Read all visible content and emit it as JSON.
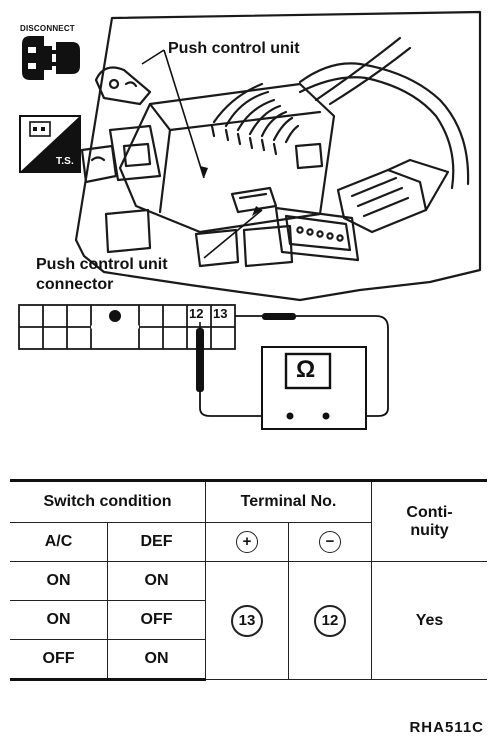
{
  "icons": {
    "disconnect": {
      "name": "disconnect-plug-icon",
      "caption": "DISCONNECT"
    },
    "troubleshoot": {
      "name": "troubleshooting-icon",
      "caption": "T.S."
    }
  },
  "callouts": {
    "push_control_unit": "Push control unit",
    "connector_line1": "Push control unit",
    "connector_line2": "connector"
  },
  "connector": {
    "terminal_a": "12",
    "terminal_b": "13"
  },
  "meter": {
    "symbol": "Ω",
    "icon": "ohmmeter-icon"
  },
  "table": {
    "header": {
      "switch_condition": "Switch condition",
      "terminal_no": "Terminal No.",
      "continuity_line1": "Conti-",
      "continuity_line2": "nuity",
      "ac": "A/C",
      "def": "DEF",
      "positive": "⊕",
      "negative": "⊖"
    },
    "rows": [
      {
        "ac": "ON",
        "def": "ON"
      },
      {
        "ac": "ON",
        "def": "OFF"
      },
      {
        "ac": "OFF",
        "def": "ON"
      }
    ],
    "terminal_positive": "⑬",
    "terminal_negative": "⑫",
    "continuity_value": "Yes"
  },
  "figure_code": "RHA511C",
  "colors": {
    "ink": "#111111",
    "background": "#ffffff"
  }
}
